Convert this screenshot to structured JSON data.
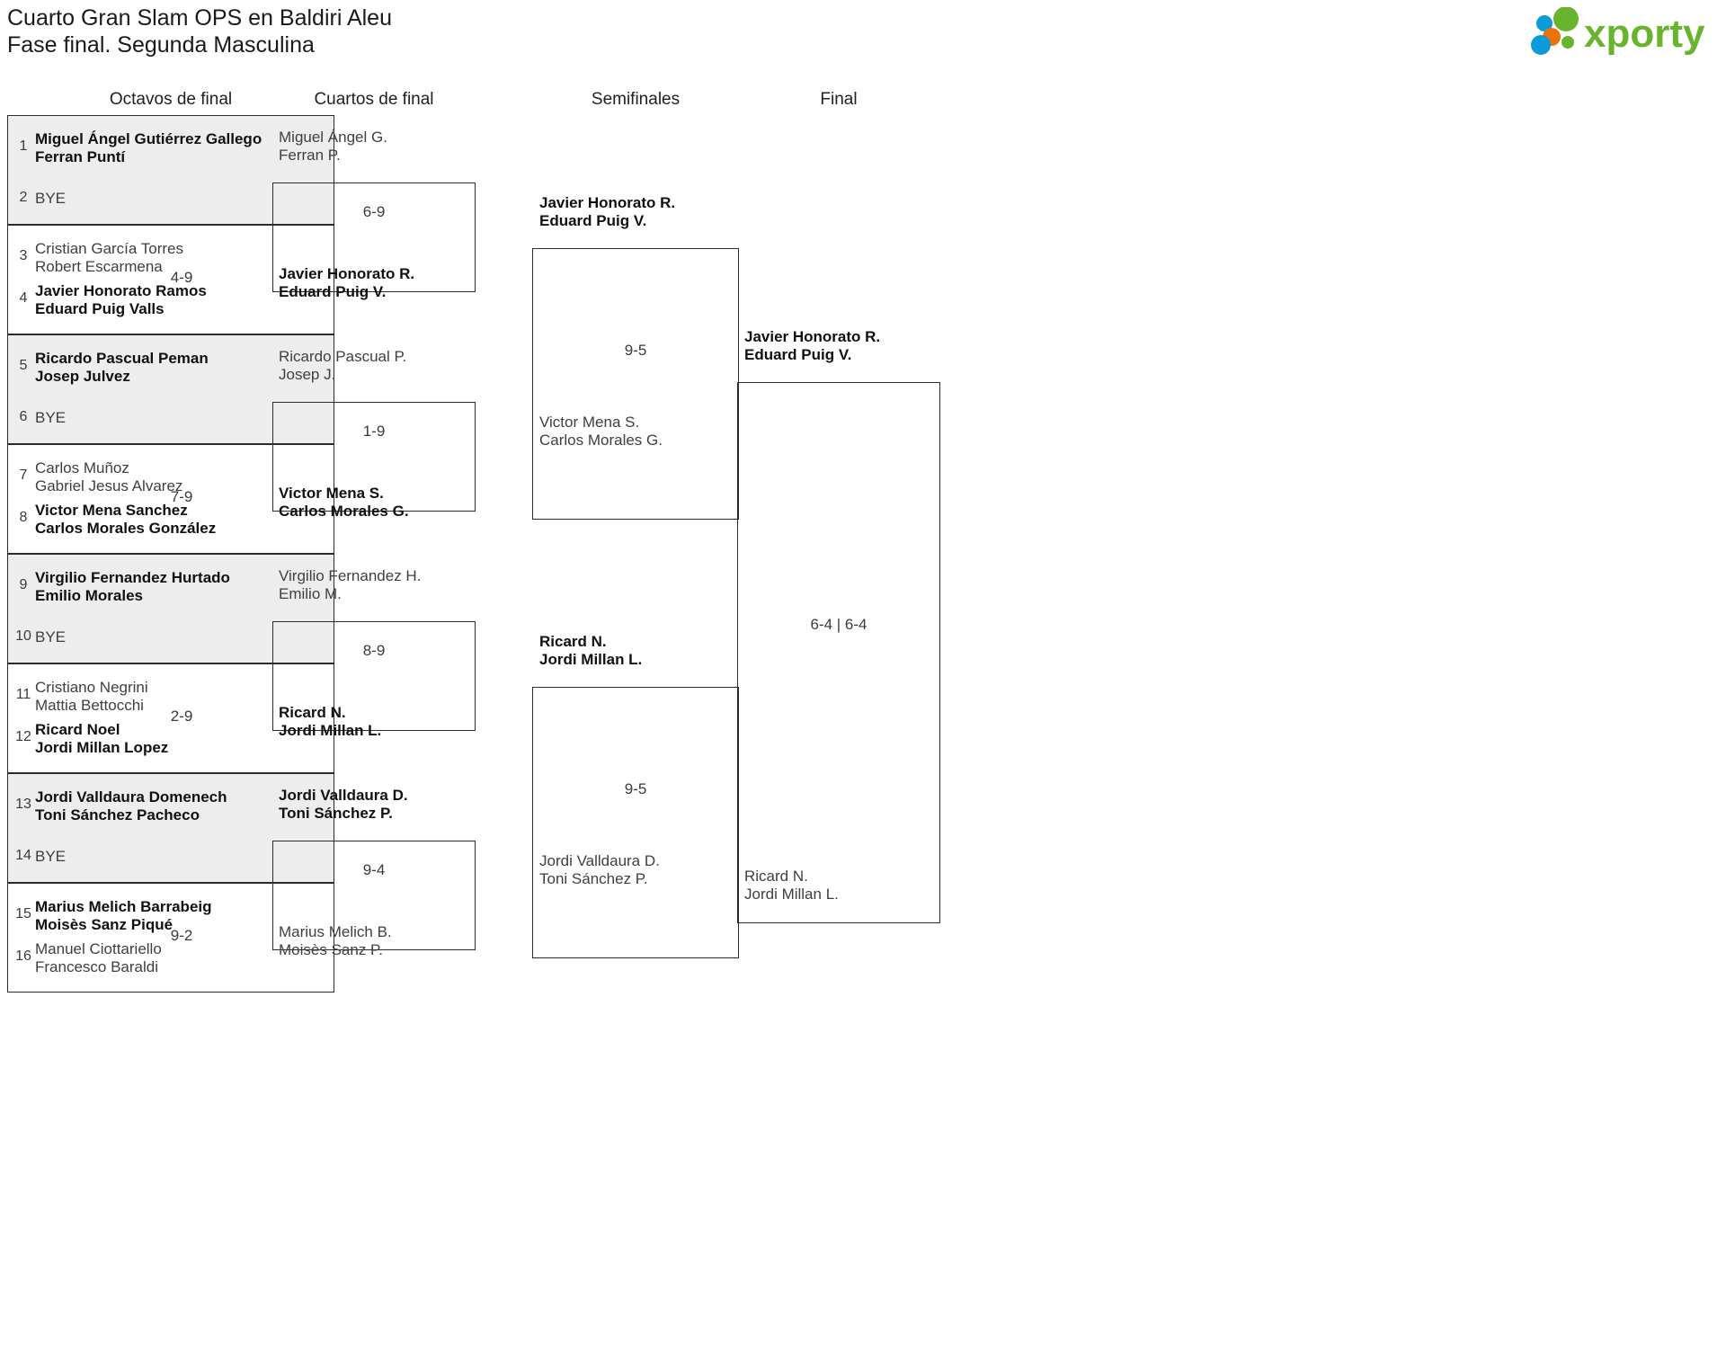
{
  "header": {
    "title_line1": "Cuarto Gran Slam OPS en Baldiri Aleu",
    "title_line2": "Fase final. Segunda Masculina",
    "logo_text": "xporty",
    "logo_colors": {
      "green": "#69b42e",
      "blue": "#0b9bd8",
      "orange": "#e8720c"
    }
  },
  "rounds": [
    {
      "label": "Octavos de final"
    },
    {
      "label": "Cuartos de final"
    },
    {
      "label": "Semifinales"
    },
    {
      "label": "Final"
    }
  ],
  "round1": [
    {
      "score": "",
      "top": {
        "seed": "1",
        "p1": "Miguel Ángel Gutiérrez Gallego",
        "p2": "Ferran Puntí",
        "winner": true,
        "bye": false
      },
      "bottom": {
        "seed": "2",
        "p1": "BYE",
        "p2": "",
        "winner": false,
        "bye": true
      },
      "shaded": true
    },
    {
      "score": "4-9",
      "top": {
        "seed": "3",
        "p1": "Cristian García Torres",
        "p2": "Robert Escarmena",
        "winner": false,
        "bye": false
      },
      "bottom": {
        "seed": "4",
        "p1": "Javier Honorato Ramos",
        "p2": "Eduard Puig Valls",
        "winner": true,
        "bye": false
      },
      "shaded": false
    },
    {
      "score": "",
      "top": {
        "seed": "5",
        "p1": "Ricardo Pascual Peman",
        "p2": "Josep Julvez",
        "winner": true,
        "bye": false
      },
      "bottom": {
        "seed": "6",
        "p1": "BYE",
        "p2": "",
        "winner": false,
        "bye": true
      },
      "shaded": true
    },
    {
      "score": "7-9",
      "top": {
        "seed": "7",
        "p1": "Carlos Muñoz",
        "p2": "Gabriel Jesus Alvarez",
        "winner": false,
        "bye": false
      },
      "bottom": {
        "seed": "8",
        "p1": "Victor Mena Sanchez",
        "p2": "Carlos Morales González",
        "winner": true,
        "bye": false
      },
      "shaded": false
    },
    {
      "score": "",
      "top": {
        "seed": "9",
        "p1": "Virgilio Fernandez Hurtado",
        "p2": "Emilio Morales",
        "winner": true,
        "bye": false
      },
      "bottom": {
        "seed": "10",
        "p1": "BYE",
        "p2": "",
        "winner": false,
        "bye": true
      },
      "shaded": true
    },
    {
      "score": "2-9",
      "top": {
        "seed": "11",
        "p1": "Cristiano Negrini",
        "p2": "Mattia Bettocchi",
        "winner": false,
        "bye": false
      },
      "bottom": {
        "seed": "12",
        "p1": "Ricard Noel",
        "p2": "Jordi Millan Lopez",
        "winner": true,
        "bye": false
      },
      "shaded": false
    },
    {
      "score": "",
      "top": {
        "seed": "13",
        "p1": "Jordi Valldaura Domenech",
        "p2": "Toni Sánchez Pacheco",
        "winner": true,
        "bye": false
      },
      "bottom": {
        "seed": "14",
        "p1": "BYE",
        "p2": "",
        "winner": false,
        "bye": true
      },
      "shaded": true
    },
    {
      "score": "9-2",
      "top": {
        "seed": "15",
        "p1": "Marius Melich Barrabeig",
        "p2": "Moisès Sanz Piqué",
        "winner": true,
        "bye": false
      },
      "bottom": {
        "seed": "16",
        "p1": "Manuel Ciottariello",
        "p2": "Francesco Baraldi",
        "winner": false,
        "bye": false
      },
      "shaded": false
    }
  ],
  "quarterfinals": [
    {
      "score": "6-9",
      "top": {
        "p1": "Miguel Ángel G.",
        "p2": "Ferran P.",
        "winner": false
      },
      "bottom": {
        "p1": "Javier Honorato R.",
        "p2": "Eduard Puig V.",
        "winner": true
      }
    },
    {
      "score": "1-9",
      "top": {
        "p1": "Ricardo Pascual P.",
        "p2": "Josep J.",
        "winner": false
      },
      "bottom": {
        "p1": "Victor Mena S.",
        "p2": "Carlos Morales G.",
        "winner": true
      }
    },
    {
      "score": "8-9",
      "top": {
        "p1": "Virgilio Fernandez H.",
        "p2": "Emilio M.",
        "winner": false
      },
      "bottom": {
        "p1": "Ricard N.",
        "p2": "Jordi Millan L.",
        "winner": true
      }
    },
    {
      "score": "9-4",
      "top": {
        "p1": "Jordi Valldaura D.",
        "p2": "Toni Sánchez P.",
        "winner": true
      },
      "bottom": {
        "p1": "Marius Melich B.",
        "p2": "Moisès Sanz P.",
        "winner": false
      }
    }
  ],
  "semifinals": [
    {
      "score": "9-5",
      "top": {
        "p1": "Javier Honorato R.",
        "p2": "Eduard Puig V.",
        "winner": true
      },
      "bottom": {
        "p1": "Victor Mena S.",
        "p2": "Carlos Morales G.",
        "winner": false
      }
    },
    {
      "score": "9-5",
      "top": {
        "p1": "Ricard N.",
        "p2": "Jordi Millan L.",
        "winner": true
      },
      "bottom": {
        "p1": "Jordi Valldaura D.",
        "p2": "Toni Sánchez P.",
        "winner": false
      }
    }
  ],
  "final": {
    "score": "6-4 | 6-4",
    "top": {
      "p1": "Javier Honorato R.",
      "p2": "Eduard Puig V.",
      "winner": true
    },
    "bottom": {
      "p1": "Ricard N.",
      "p2": "Jordi Millan L.",
      "winner": false
    }
  }
}
